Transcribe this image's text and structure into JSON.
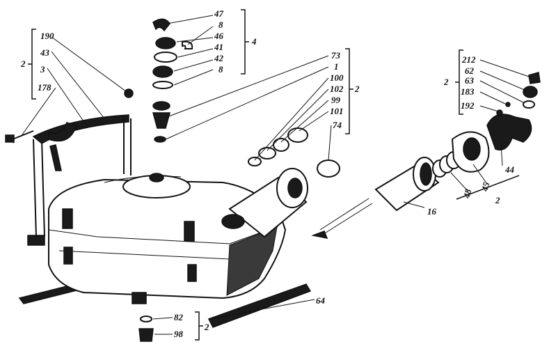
{
  "labels": {
    "l190": "190",
    "l43": "43",
    "l3": "3",
    "l178": "178",
    "g2a": "2",
    "l47": "47",
    "l8a": "8",
    "l46": "46",
    "l41": "41",
    "l42": "42",
    "l8b": "8",
    "g4": "4",
    "l73": "73",
    "l1": "1",
    "l100": "100",
    "l102": "102",
    "l99": "99",
    "l101": "101",
    "l74": "74",
    "g2b": "2",
    "l212": "212",
    "l62": "62",
    "l63": "63",
    "l183": "183",
    "l192": "192",
    "g2c": "2",
    "l44": "44",
    "l45": "45",
    "l48": "48",
    "g2d": "2",
    "l16": "16",
    "l64": "64",
    "l82": "82",
    "l98": "98",
    "g2e": "2"
  },
  "colors": {
    "ink": "#111111",
    "paper": "#ffffff"
  }
}
